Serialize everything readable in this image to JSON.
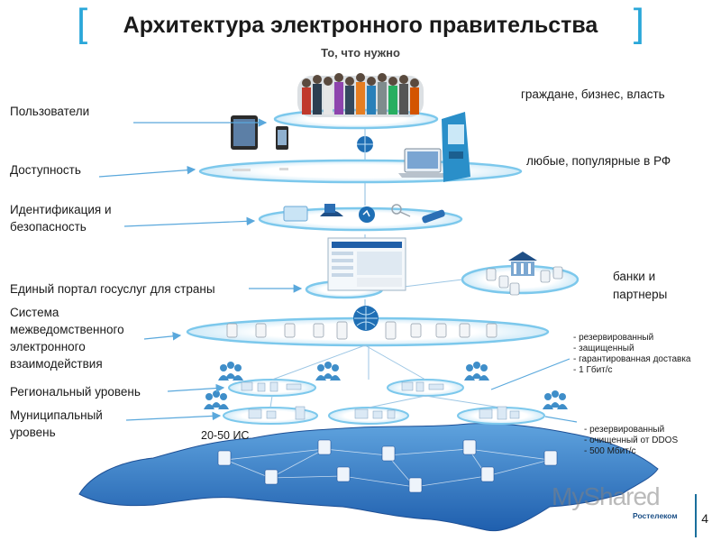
{
  "title": "Архитектура электронного правительства",
  "subtitle": "То, что нужно",
  "left_labels": {
    "users": "Пользователи",
    "access": "Доступность",
    "ident_1": "Идентификация и",
    "ident_2": "безопасность",
    "portal": "Единый портал госуслуг для страны",
    "smev_1": "Система",
    "smev_2": "межведомственного",
    "smev_3": "электронного",
    "smev_4": "взаимодействия",
    "regional": "Региональный уровень",
    "muni_1": "Муниципальный",
    "muni_2": "уровень"
  },
  "right_labels": {
    "users": "граждане, бизнес, власть",
    "access": "любые, популярные в РФ",
    "banks_1": "банки и",
    "banks_2": "партнеры"
  },
  "notes": {
    "reg_1": "- резервированный",
    "reg_2": "- защищенный",
    "reg_3": "- гарантированная доставка",
    "reg_4": "- 1 Гбит/с",
    "muni_1": "- резервированный",
    "muni_2": "- очищенный от DDOS",
    "muni_3": "- 500 Мбит/с"
  },
  "is_count": "20-50 ИС",
  "page_number": "4",
  "watermark": "MyShared",
  "brand": "Ростелеком",
  "colors": {
    "accent": "#2aa7d9",
    "ring": "#7cc8ec",
    "map": "#3a7fc8",
    "arrow": "#5aa8dc"
  }
}
